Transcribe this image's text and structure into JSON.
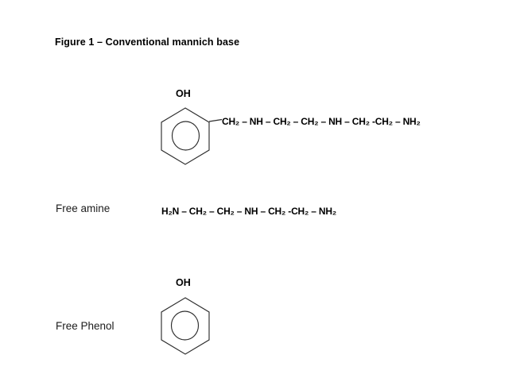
{
  "page": {
    "background": "#ffffff"
  },
  "colors": {
    "line": "#2d2d2d",
    "text": "#000000"
  },
  "figure": {
    "title": "Figure 1 – Conventional mannich base"
  },
  "mannich_base": {
    "oh_label": "OH",
    "chain_formula": "CH₂ – NH – CH₂ – CH₂ – NH – CH₂ -CH₂ – NH₂"
  },
  "free_amine": {
    "label": "Free amine",
    "formula": "H₂N – CH₂ – CH₂ – NH – CH₂ -CH₂ – NH₂"
  },
  "free_phenol": {
    "label": "Free Phenol",
    "oh_label": "OH"
  }
}
